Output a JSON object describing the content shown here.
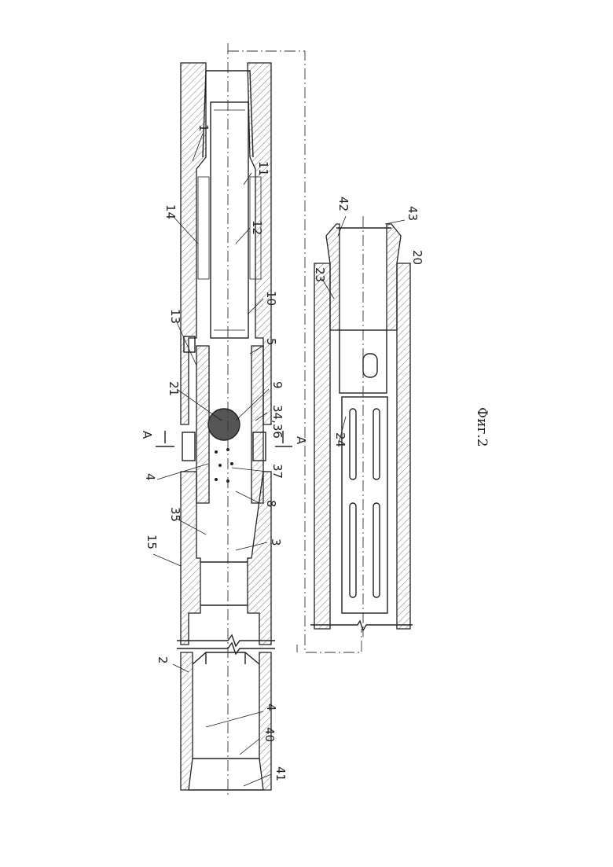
{
  "figure_caption": "Фиг.2",
  "section_marks": [
    "A",
    "A"
  ],
  "labels": {
    "l1": "1",
    "l11": "11",
    "l12": "12",
    "l14": "14",
    "l10": "10",
    "l13": "13",
    "l5": "5",
    "l21": "21",
    "l9": "9",
    "l3436": "34,36",
    "l4a": "4",
    "l37": "37",
    "l8": "8",
    "l35": "35",
    "l15": "15",
    "l3": "3",
    "l2": "2",
    "l4b": "4",
    "l40": "40",
    "l41": "41",
    "l42": "42",
    "l43": "43",
    "l23": "23",
    "l20": "20",
    "l24": "24"
  }
}
